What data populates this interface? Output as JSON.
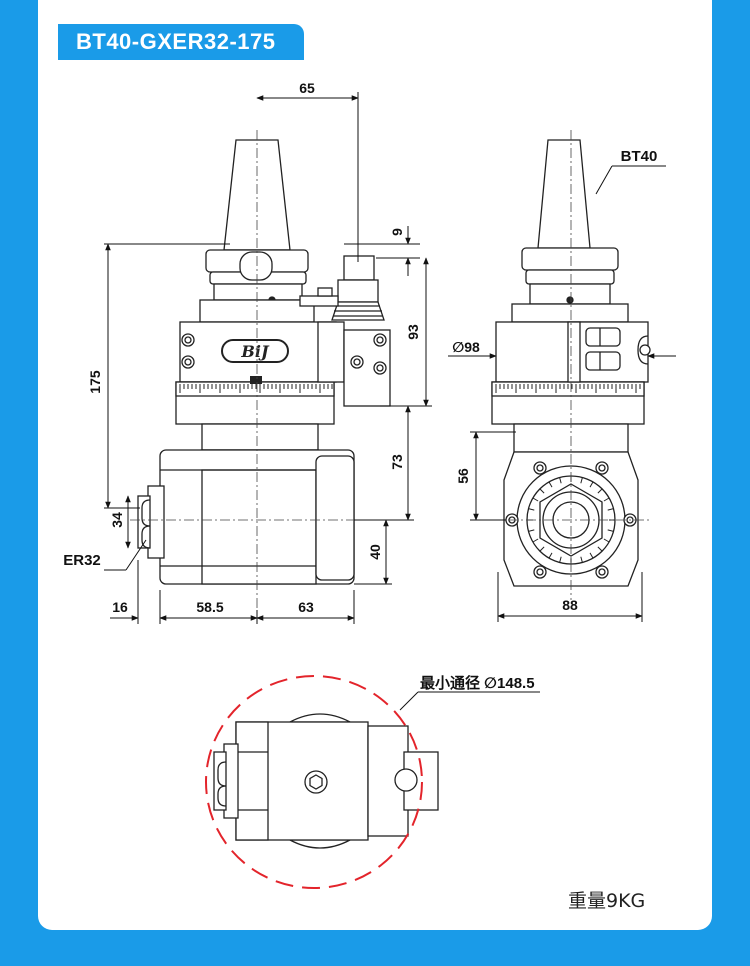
{
  "title": "BT40-GXER32-175",
  "labels": {
    "bt40": "BT40",
    "er32": "ER32",
    "brand": "BiJ",
    "min_diameter": "最小通径 ∅148.5",
    "weight": "重量9KG"
  },
  "dimensions": {
    "d65": "65",
    "d9": "9",
    "d93": "93",
    "d175": "175",
    "d73": "73",
    "d34": "34",
    "d40": "40",
    "d16": "16",
    "d58_5": "58.5",
    "d63": "63",
    "d98": "∅98",
    "d56": "56",
    "d88": "88"
  },
  "colors": {
    "accent": "#1a9be8",
    "circle": "#e3242b"
  }
}
